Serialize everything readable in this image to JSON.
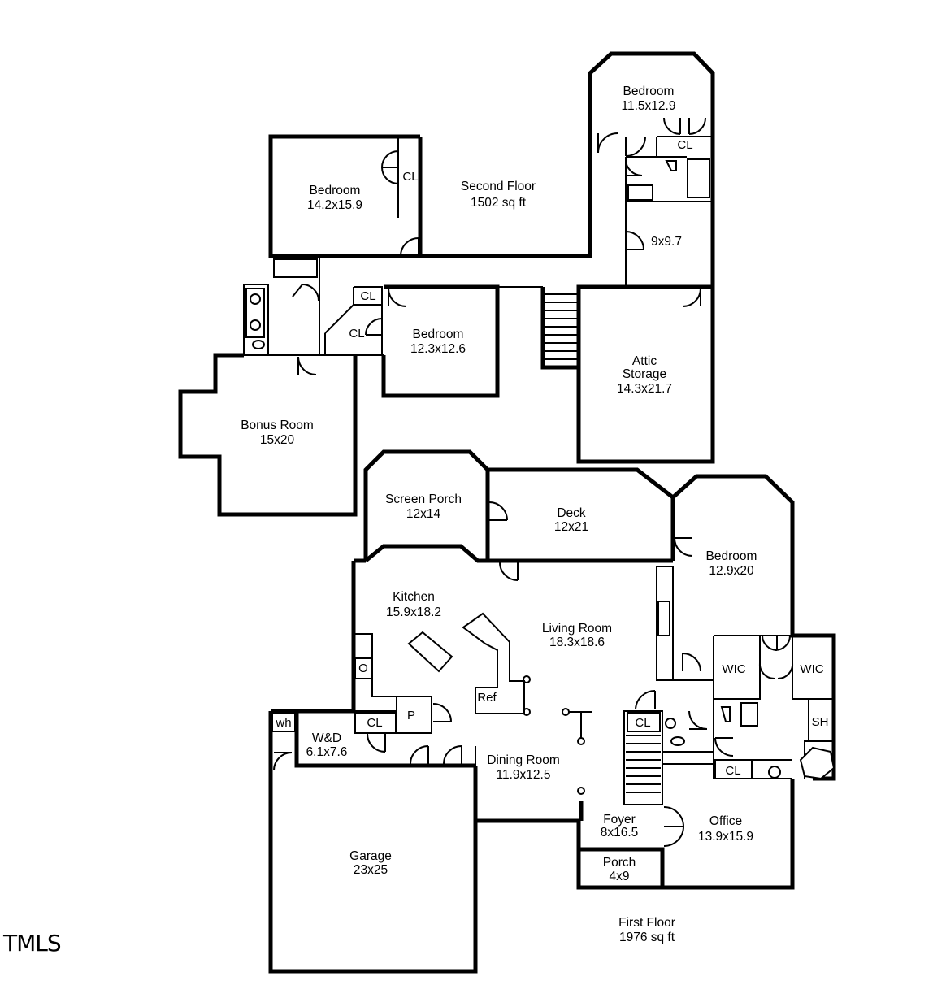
{
  "floors": {
    "second": {
      "name": "Second Floor",
      "area": "1502 sq ft"
    },
    "first": {
      "name": "First Floor",
      "area": "1976 sq ft"
    }
  },
  "rooms": {
    "bedroom_top_right": {
      "name": "Bedroom",
      "dims": "11.5x12.9"
    },
    "bedroom_upper_left": {
      "name": "Bedroom",
      "dims": "14.2x15.9"
    },
    "bedroom_middle": {
      "name": "Bedroom",
      "dims": "12.3x12.6"
    },
    "small_room": {
      "dims": "9x9.7"
    },
    "attic": {
      "name1": "Attic",
      "name2": "Storage",
      "dims": "14.3x21.7"
    },
    "bonus": {
      "name": "Bonus Room",
      "dims": "15x20"
    },
    "screen_porch": {
      "name": "Screen Porch",
      "dims": "12x14"
    },
    "deck": {
      "name": "Deck",
      "dims": "12x21"
    },
    "bedroom_first": {
      "name": "Bedroom",
      "dims": "12.9x20"
    },
    "kitchen": {
      "name": "Kitchen",
      "dims": "15.9x18.2"
    },
    "living": {
      "name": "Living Room",
      "dims": "18.3x18.6"
    },
    "wd": {
      "name": "W&D",
      "dims": "6.1x7.6"
    },
    "dining": {
      "name": "Dining Room",
      "dims": "11.9x12.5"
    },
    "foyer": {
      "name": "Foyer",
      "dims": "8x16.5"
    },
    "office": {
      "name": "Office",
      "dims": "13.9x15.9"
    },
    "porch": {
      "name": "Porch",
      "dims": "4x9"
    },
    "garage": {
      "name": "Garage",
      "dims": "23x25"
    }
  },
  "tags": {
    "cl": "CL",
    "wic": "WIC",
    "sh": "SH",
    "wh": "wh",
    "oven": "O",
    "pantry": "P",
    "ref": "Ref"
  },
  "watermark": "TMLS"
}
